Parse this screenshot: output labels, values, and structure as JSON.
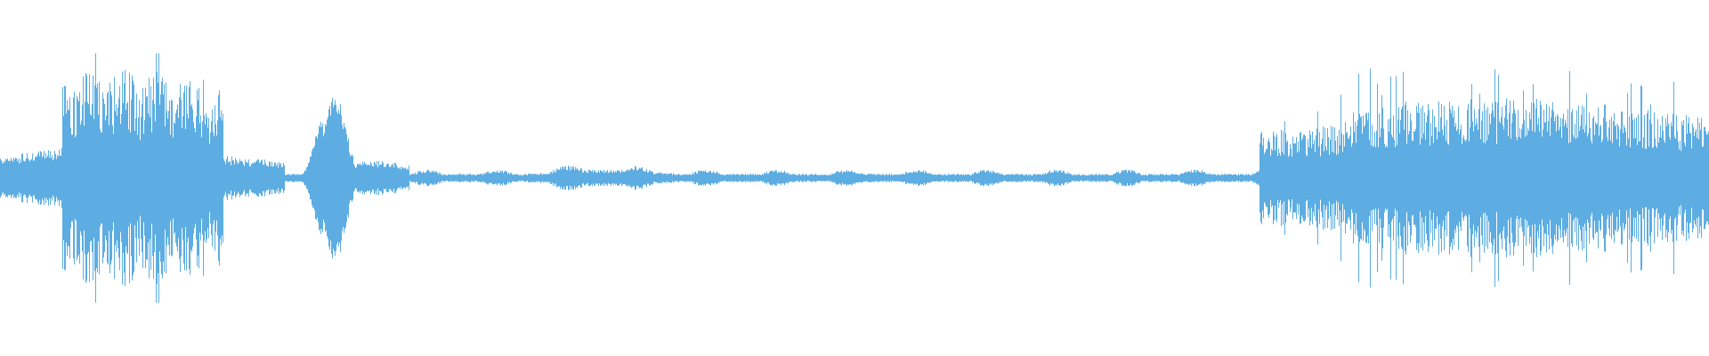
{
  "waveform": {
    "color": "#5DADE2",
    "background": "#FFFFFF",
    "segments": [
      {
        "kind": "speech",
        "amplitude": 0.3,
        "note": "loud burst"
      },
      {
        "kind": "pulse",
        "amplitude": 0.16
      },
      {
        "kind": "tail",
        "amplitude": 0.05
      },
      {
        "kind": "tones",
        "amplitude": 0.03
      },
      {
        "kind": "noise",
        "amplitude": 0.12
      }
    ]
  }
}
